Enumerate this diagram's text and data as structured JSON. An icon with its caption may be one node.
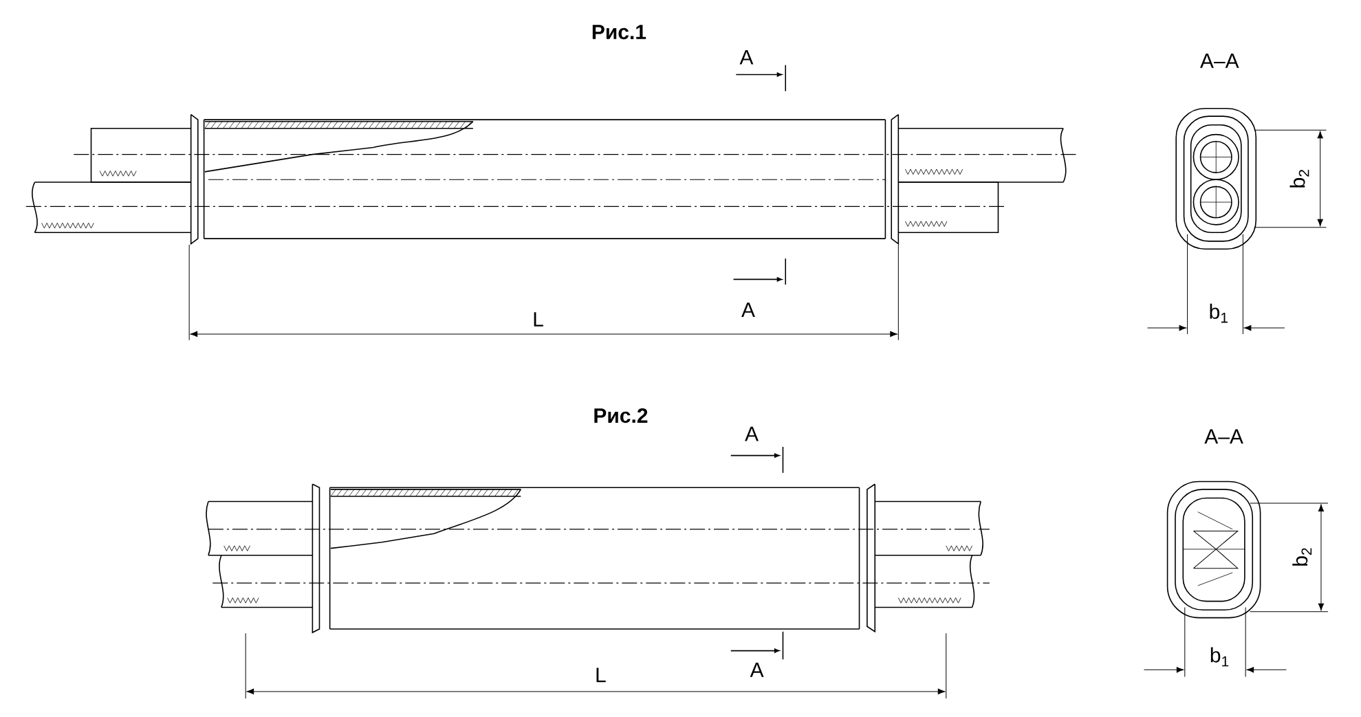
{
  "diagram": {
    "labels": [
      "Рис.1",
      "A",
      "A–A",
      "b$_{2}$",
      "L",
      "A",
      "b$_{1}$",
      "Рис.2",
      "A–A",
      "A",
      "b$_{2}$",
      "L",
      "A",
      "b$_{1}$"
    ]
  }
}
